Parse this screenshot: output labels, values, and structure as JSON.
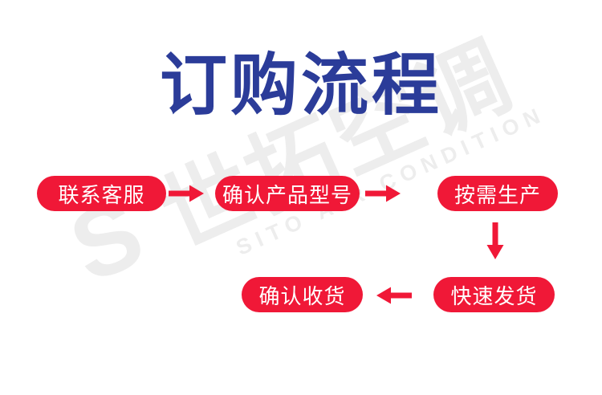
{
  "title": {
    "text": "订购流程"
  },
  "colors": {
    "title_blue": "#2b3c99",
    "accent_red": "#f01837",
    "watermark_gray": "#ededed",
    "step_text_white": "#ffffff",
    "background": "#ffffff"
  },
  "watermark": {
    "logo_letter": "S",
    "cn_text": "世拓空调",
    "en_text": "SITO AIR CONDITION"
  },
  "flow": {
    "steps": [
      {
        "label": "联系客服"
      },
      {
        "label": "确认产品型号"
      },
      {
        "label": "按需生产"
      },
      {
        "label": "快速发货"
      },
      {
        "label": "确认收货"
      }
    ],
    "arrows": [
      {
        "from": 1,
        "to": 2,
        "direction": "right"
      },
      {
        "from": 2,
        "to": 3,
        "direction": "right"
      },
      {
        "from": 3,
        "to": 4,
        "direction": "down"
      },
      {
        "from": 4,
        "to": 5,
        "direction": "left"
      }
    ]
  }
}
